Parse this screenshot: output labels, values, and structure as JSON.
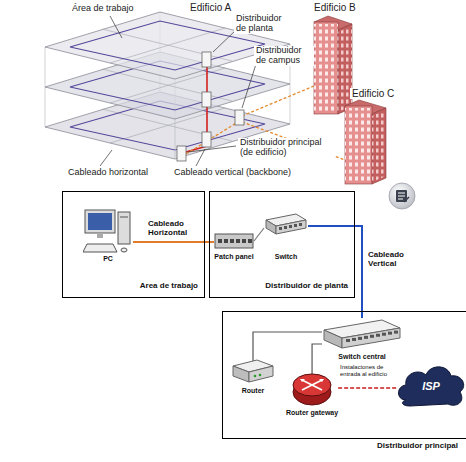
{
  "diagram": {
    "nodes": [
      {
        "text": [
          "Area de trabajo"
        ]
      },
      {
        "text": [
          "PC"
        ],
        "in": 0
      },
      {
        "text": [
          "Distribuidor de planta"
        ]
      },
      {
        "text": [
          "Patch panel"
        ],
        "in": 2
      },
      {
        "text": [
          "Switch"
        ],
        "in": 2
      },
      {
        "text": [
          "Distribuidor principal"
        ]
      },
      {
        "text": [
          "Switch central"
        ],
        "in": 5
      },
      {
        "text": [
          "Router"
        ],
        "in": 5
      },
      {
        "text": [
          "Router gateway"
        ],
        "in": 5
      },
      {
        "text": [
          "ISP"
        ],
        "in": 5
      }
    ],
    "edges": [
      {
        "from": 1,
        "to": 3,
        "label": "Cableado Horizontal",
        "arrow": "none"
      },
      {
        "from": 3,
        "to": 4,
        "arrow": "none"
      },
      {
        "from": 4,
        "to": 6,
        "label": "Cableado Vertical",
        "arrow": "none"
      },
      {
        "from": 6,
        "to": 7,
        "arrow": "none"
      },
      {
        "from": 6,
        "to": 8,
        "arrow": "none"
      },
      {
        "from": 8,
        "to": 9,
        "label": "Instalaciones de entrada al edificio",
        "arrow": "none"
      }
    ],
    "labels": [
      "Edificio A",
      "Área de trabajo",
      "Distribuidor de planta",
      "Distribuidor de campus",
      "Edificio B",
      "Edificio C",
      "Distribuidor principal (de edificio)",
      "Cableado horizontal",
      "Cableado vertical (backbone)"
    ]
  }
}
